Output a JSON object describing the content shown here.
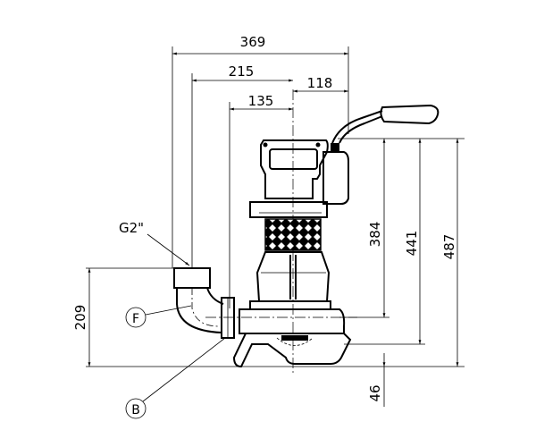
{
  "drawing": {
    "dimensions": {
      "overall_width": "369",
      "outlet_to_center": "215",
      "flange_to_center": "135",
      "center_to_right": "118",
      "height_to_volute": "384",
      "height_to_base": "441",
      "overall_height": "487",
      "outlet_height": "209",
      "foot_height": "46"
    },
    "labels": {
      "outlet_thread": "G2\"",
      "callout_f": "F",
      "callout_b": "B"
    }
  }
}
